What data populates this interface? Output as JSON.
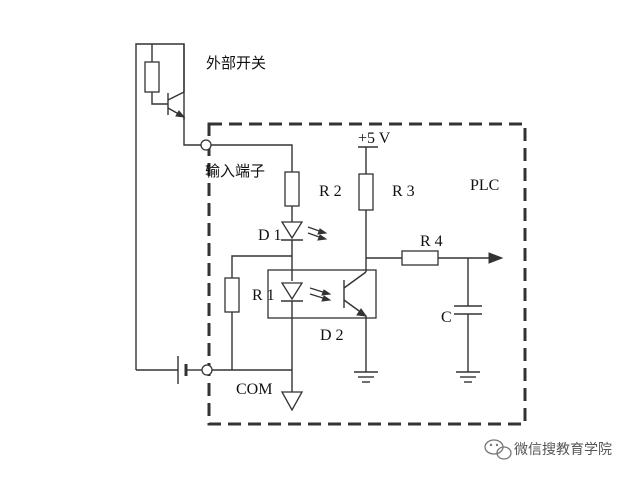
{
  "labels": {
    "external_switch": "外部开关",
    "input_terminal": "输入端子",
    "supply": "+5 V",
    "r1": "R 1",
    "r2": "R 2",
    "r3": "R 3",
    "r4": "R 4",
    "d1": "D 1",
    "d2": "D 2",
    "capacitor": "C",
    "plc": "PLC",
    "com": "COM"
  },
  "watermark": {
    "text": "微信搜教育学院",
    "icon": "wechat-icon"
  }
}
